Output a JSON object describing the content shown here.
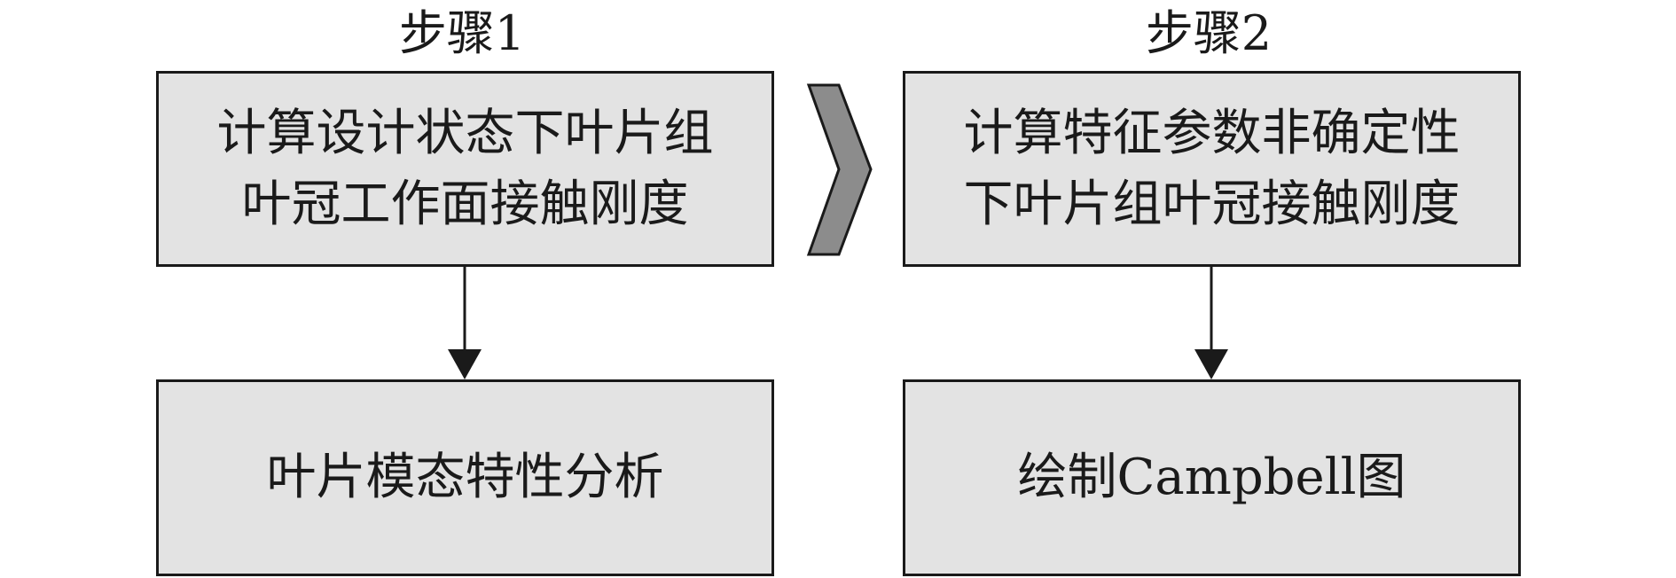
{
  "steps": [
    {
      "title": "步骤1",
      "top_box": {
        "line1": "计算设计状态下叶片组",
        "line2": "叶冠工作面接触刚度"
      },
      "bottom_box": {
        "text": "叶片模态特性分析"
      }
    },
    {
      "title": "步骤2",
      "top_box": {
        "line1": "计算特征参数非确定性",
        "line2": "下叶片组叶冠接触刚度"
      },
      "bottom_box": {
        "text": "绘制Campbell图"
      }
    }
  ],
  "colors": {
    "box_fill": "#e3e3e3",
    "box_border": "#1a1a1a",
    "chevron_fill": "#8c8c8c",
    "arrow": "#1a1a1a"
  },
  "icons": {
    "between_steps": "chevron-right-icon",
    "flow": "arrow-down-icon"
  }
}
